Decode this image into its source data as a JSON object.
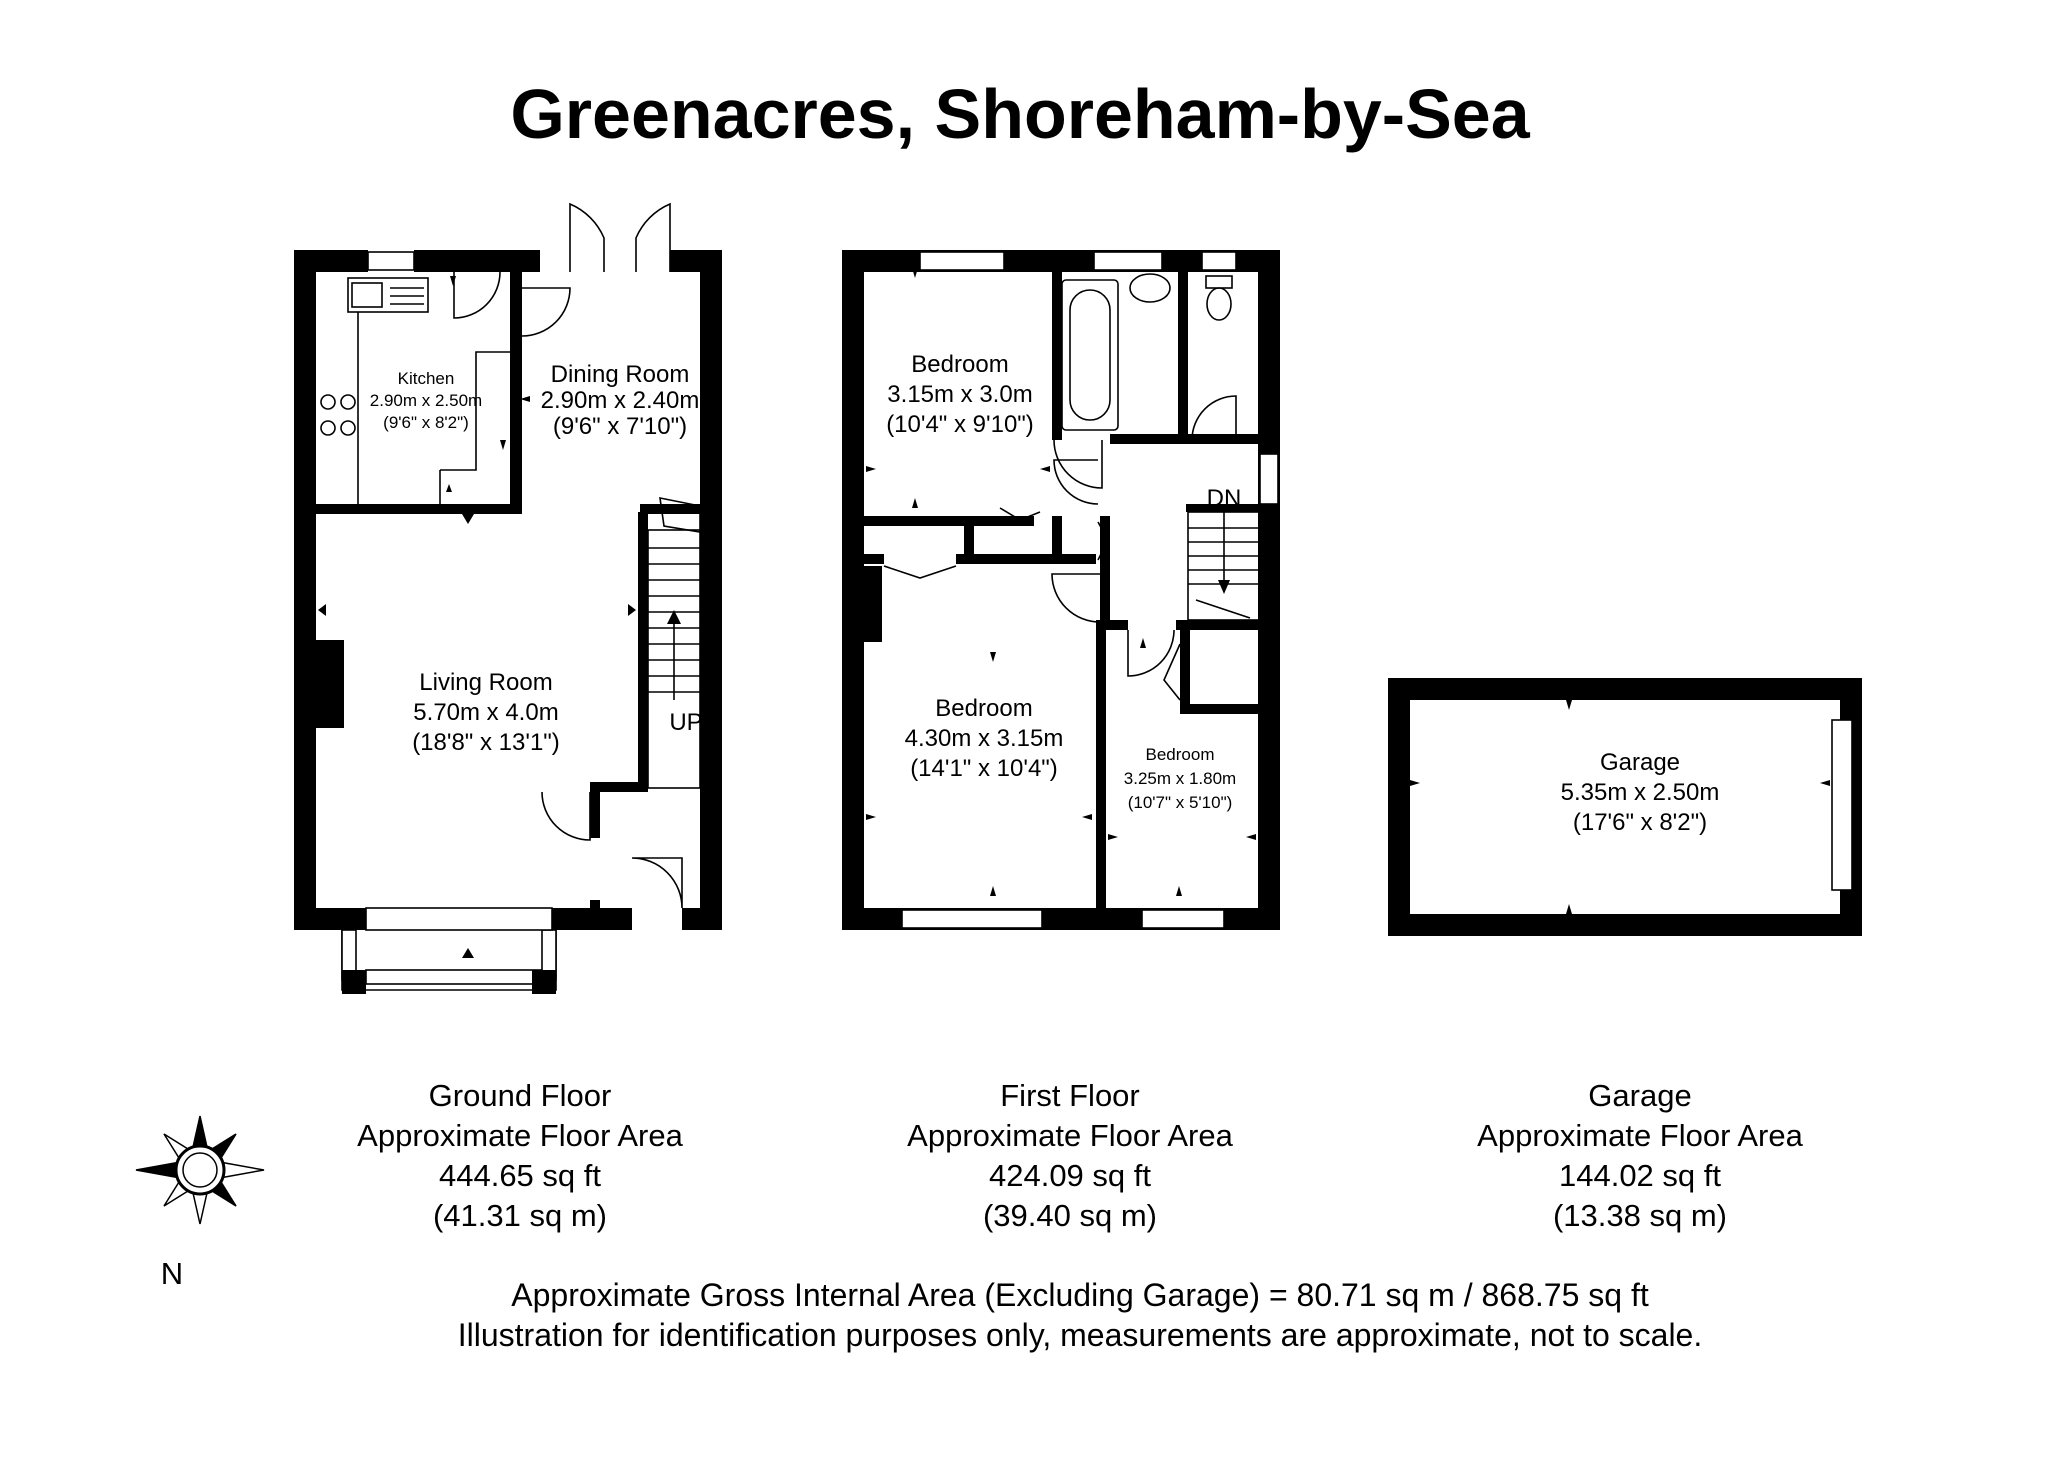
{
  "title": "Greenacres, Shoreham-by-Sea",
  "ground_floor": {
    "rooms": {
      "kitchen": {
        "name": "Kitchen",
        "metric": "2.90m x 2.50m",
        "imperial": "(9'6\" x 8'2\")"
      },
      "dining": {
        "name": "Dining Room",
        "metric": "2.90m x 2.40m",
        "imperial": "(9'6\" x 7'10\")"
      },
      "living": {
        "name": "Living Room",
        "metric": "5.70m x 4.0m",
        "imperial": "(18'8\" x 13'1\")"
      }
    },
    "stairs_label": "UP",
    "summary": {
      "label": "Ground Floor",
      "area_label": "Approximate Floor Area",
      "sqft": "444.65 sq ft",
      "sqm": "(41.31 sq m)"
    }
  },
  "first_floor": {
    "rooms": {
      "bedroom1": {
        "name": "Bedroom",
        "metric": "3.15m x 3.0m",
        "imperial": "(10'4\" x 9'10\")"
      },
      "bedroom2": {
        "name": "Bedroom",
        "metric": "4.30m x 3.15m",
        "imperial": "(14'1\" x 10'4\")"
      },
      "bedroom3": {
        "name": "Bedroom",
        "metric": "3.25m x 1.80m",
        "imperial": "(10'7\" x 5'10\")"
      }
    },
    "stairs_label": "DN",
    "summary": {
      "label": "First Floor",
      "area_label": "Approximate Floor Area",
      "sqft": "424.09 sq ft",
      "sqm": "(39.40 sq m)"
    }
  },
  "garage": {
    "room": {
      "name": "Garage",
      "metric": "5.35m x 2.50m",
      "imperial": "(17'6\" x 8'2\")"
    },
    "summary": {
      "label": "Garage",
      "area_label": "Approximate Floor Area",
      "sqft": "144.02 sq ft",
      "sqm": "(13.38 sq m)"
    }
  },
  "compass": {
    "label": "N",
    "icon": "compass-rose-icon"
  },
  "footer": {
    "gross_area": "Approximate Gross Internal Area (Excluding Garage) = 80.71 sq m / 868.75 sq ft",
    "disclaimer": "Illustration for identification purposes only, measurements are approximate, not to scale."
  }
}
